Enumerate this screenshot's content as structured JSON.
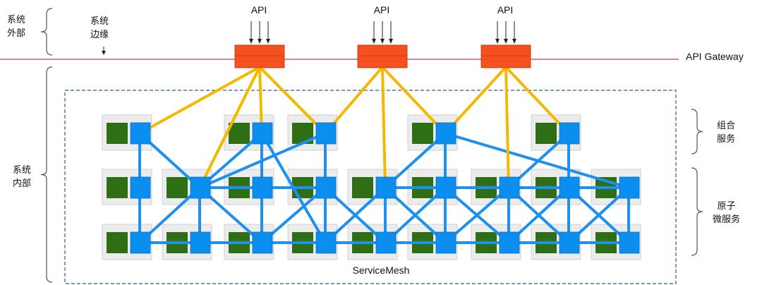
{
  "labels": {
    "outside": "系统\n外部",
    "edge": "系统\n边缘",
    "inside": "系统\n内部",
    "composite": "组合\n服务",
    "atomic": "原子\n微服务",
    "gateway": "API Gateway",
    "mesh": "ServiceMesh"
  },
  "api_labels": [
    "API",
    "API",
    "API"
  ],
  "colors": {
    "boundary_line": "#e8363a",
    "gateway_fill": "#f4511e",
    "gateway_stroke": "#c8401a",
    "api_link": "#f5b800",
    "mesh_link": "#1e90f0",
    "service_bg": "#ececec",
    "service_border": "#cfcfcf",
    "service_green": "#2e6f16",
    "service_blue": "#0a8ff0",
    "mesh_border": "#2f5a8a",
    "brace": "#555555"
  },
  "diagram": {
    "tier1_columns": [
      0,
      2,
      3,
      5,
      7
    ],
    "tier2_columns": [
      0,
      1,
      2,
      3,
      4,
      5,
      6,
      7,
      8
    ],
    "tier3_columns": [
      0,
      1,
      2,
      3,
      4,
      5,
      6,
      7,
      8
    ],
    "api_links": [
      [
        "g0",
        "t1_0"
      ],
      [
        "g0",
        "t1_1"
      ],
      [
        "g0",
        "t1_2"
      ],
      [
        "g0",
        "t2_1"
      ],
      [
        "g1",
        "t1_2"
      ],
      [
        "g1",
        "t1_3"
      ],
      [
        "g1",
        "t2_4"
      ],
      [
        "g2",
        "t1_3"
      ],
      [
        "g2",
        "t1_4"
      ],
      [
        "g2",
        "t2_6"
      ]
    ],
    "mesh_links": [
      [
        "t1_0",
        "t2_1"
      ],
      [
        "t1_0",
        "t2_0"
      ],
      [
        "t1_1",
        "t2_2"
      ],
      [
        "t1_1",
        "t2_1"
      ],
      [
        "t1_1",
        "t3_3"
      ],
      [
        "t1_2",
        "t2_3"
      ],
      [
        "t1_2",
        "t2_1"
      ],
      [
        "t1_2",
        "t3_3"
      ],
      [
        "t1_3",
        "t2_5"
      ],
      [
        "t1_3",
        "t2_4"
      ],
      [
        "t1_3",
        "t2_8"
      ],
      [
        "t1_4",
        "t2_7"
      ],
      [
        "t1_4",
        "t2_6"
      ],
      [
        "t1_4",
        "t3_7"
      ],
      [
        "t2_1",
        "t2_2"
      ],
      [
        "t2_2",
        "t2_3"
      ],
      [
        "t2_4",
        "t2_5"
      ],
      [
        "t2_5",
        "t2_6"
      ],
      [
        "t2_6",
        "t2_7"
      ],
      [
        "t2_7",
        "t2_8"
      ],
      [
        "t3_0",
        "t3_1"
      ],
      [
        "t3_1",
        "t3_2"
      ],
      [
        "t3_2",
        "t3_3"
      ],
      [
        "t3_3",
        "t3_4"
      ],
      [
        "t3_4",
        "t3_5"
      ],
      [
        "t3_5",
        "t3_6"
      ],
      [
        "t3_6",
        "t3_7"
      ],
      [
        "t3_7",
        "t3_8"
      ],
      [
        "t2_0",
        "t3_0"
      ],
      [
        "t2_1",
        "t3_1"
      ],
      [
        "t2_2",
        "t3_2"
      ],
      [
        "t2_3",
        "t3_3"
      ],
      [
        "t2_4",
        "t3_4"
      ],
      [
        "t2_5",
        "t3_5"
      ],
      [
        "t2_6",
        "t3_6"
      ],
      [
        "t2_7",
        "t3_7"
      ],
      [
        "t2_8",
        "t3_8"
      ],
      [
        "t2_1",
        "t3_0"
      ],
      [
        "t2_1",
        "t3_2"
      ],
      [
        "t2_3",
        "t3_4"
      ],
      [
        "t2_3",
        "t3_2"
      ],
      [
        "t2_4",
        "t3_3"
      ],
      [
        "t2_4",
        "t3_5"
      ],
      [
        "t2_5",
        "t3_6"
      ],
      [
        "t2_5",
        "t3_4"
      ],
      [
        "t2_6",
        "t3_5"
      ],
      [
        "t2_6",
        "t3_7"
      ],
      [
        "t2_7",
        "t3_6"
      ],
      [
        "t2_7",
        "t3_8"
      ],
      [
        "t2_8",
        "t3_7"
      ]
    ]
  }
}
